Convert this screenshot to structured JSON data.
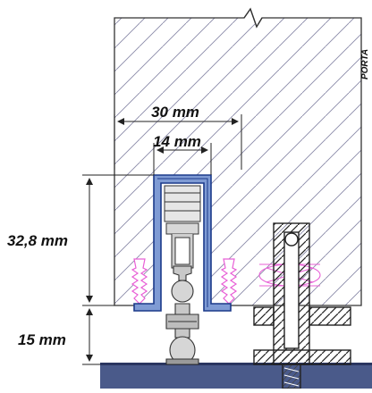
{
  "labels": {
    "door": "PORTA",
    "dim_outer_width": "30 mm",
    "dim_inner_width": "14 mm",
    "dim_profile_height": "32,8 mm",
    "dim_seal_gap": "15 mm"
  },
  "colors": {
    "hatch": "#8a8aa8",
    "outline": "#333333",
    "profile_outer": "#1b3a8a",
    "profile_fill": "#7f9bd4",
    "seal_grey": "#c8c8c8",
    "screw_pink": "#e85fd6",
    "floor": "#4a5a8a",
    "dimension_line": "#222222"
  },
  "icons": {
    "screw": "wood-screw-icon",
    "break": "break-line-icon"
  }
}
